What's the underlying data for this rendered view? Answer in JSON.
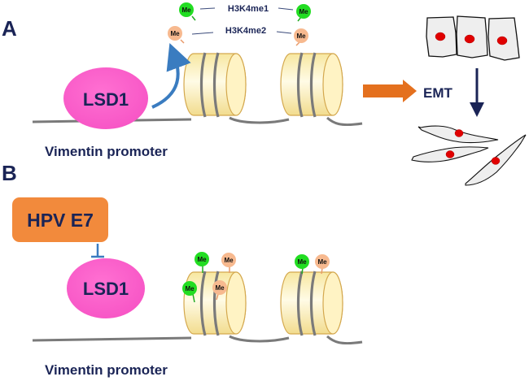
{
  "panels": {
    "a": {
      "label": "A",
      "enzyme": "LSD1",
      "promoter": "Vimentin promoter",
      "mark_legend": [
        {
          "name": "H3K4me1",
          "badge": "Me",
          "color": "#22dd22"
        },
        {
          "name": "H3K4me2",
          "badge": "Me",
          "color": "#f7b98f"
        }
      ],
      "outcome": "EMT"
    },
    "b": {
      "label": "B",
      "inhibitor": "HPV E7",
      "enzyme": "LSD1",
      "promoter": "Vimentin promoter",
      "nucleosome1_marks": [
        "Me",
        "Me",
        "Me",
        "Me"
      ],
      "nucleosome2_marks": [
        "Me",
        "Me"
      ]
    }
  },
  "colors": {
    "text_navy": "#1a2456",
    "lsd1_pink": "#ff5fcb",
    "hpv_orange": "#f28a3c",
    "arrow_blue": "#3a7cc0",
    "arrow_orange": "#e4701e",
    "dna_gray": "#7a7a7a",
    "nucleosome_yellow": "#fbeeb0",
    "me1_green": "#22dd22",
    "me2_peach": "#f7b98f",
    "nucleus_red": "#e00000"
  }
}
